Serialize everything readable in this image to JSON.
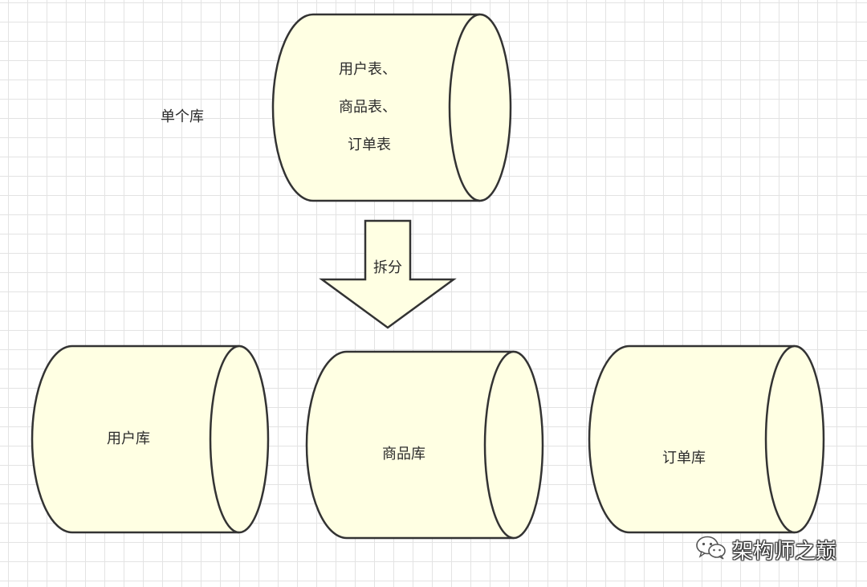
{
  "top_db": {
    "lines": [
      "用户表、",
      "商品表、",
      "订单表"
    ]
  },
  "single_db_label": "单个库",
  "arrow_label": "拆分",
  "bottom_dbs": [
    {
      "label": "用户库"
    },
    {
      "label": "商品库"
    },
    {
      "label": "订单库"
    }
  ],
  "watermark": {
    "text": "架构师之巅",
    "icon": "wechat-icon"
  },
  "colors": {
    "fill": "#ffffe3",
    "stroke": "#333333",
    "grid": "#e3e3e3"
  }
}
